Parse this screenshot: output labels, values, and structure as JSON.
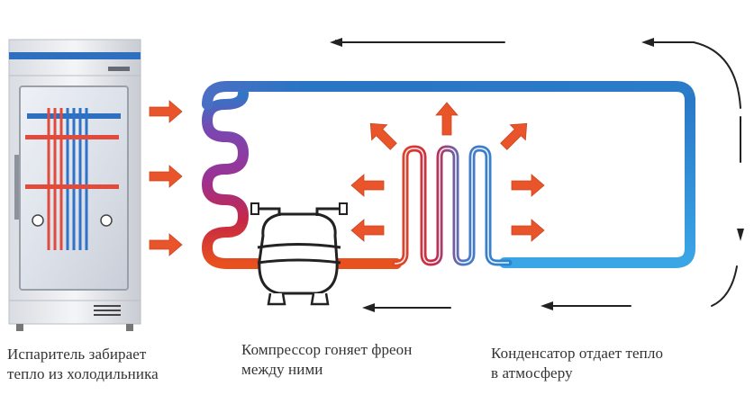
{
  "captions": {
    "evaporator": {
      "line1": "Испаритель забирает",
      "line2": "тепло из холодильника"
    },
    "compressor": {
      "line1": "Компрессор гоняет фреон",
      "line2": "между ними"
    },
    "condenser": {
      "line1": "Конденсатор отдает тепло",
      "line2": "в атмосферу"
    }
  },
  "colors": {
    "hot_pipe": "#e8501e",
    "warm_pipe": "#c1283c",
    "mid_pipe": "#8e3aa0",
    "cold_pipe": "#2a78c8",
    "cold_pipe_light": "#3aa0e0",
    "heat_arrow": "#e9542b",
    "flow_arrow": "#222222",
    "fridge_blue": "#2f6fc0"
  },
  "icons": {
    "fridge": "refrigerator-icon",
    "compressor": "compressor-icon",
    "heat_arrow": "heat-arrow-icon",
    "flow_arrow": "flow-direction-arrow-icon"
  }
}
